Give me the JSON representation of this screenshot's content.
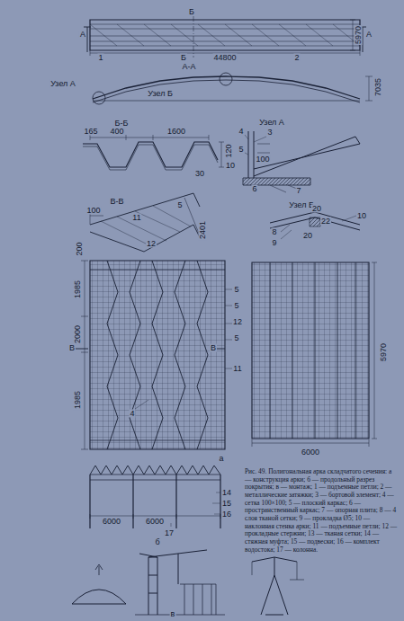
{
  "diagram": {
    "caption": "Рис. 49. Полигональная арка складчатого сечения: а — конструкция арки; б — продольный разрез покрытия; в — монтаж; 1 — подъемные петли; 2 — металлические затяжки; 3 — бортовой элемент; 4 — сетка 100×100; 5 — плоский каркас; 6 — пространственный каркас; 7 — опорная плита; 8 — 4 слоя тканой сетки; 9 — прокладка Ø5; 10 — наклонная стенка арки; 11 — подъемные петли; 12 — прокладные стержни; 13 — тканая сетки; 14 — стяжная муфта; 15 — подвески; 16 — комплект водостока; 17 — колонна.",
    "labels": [
      "Б",
      "А",
      "А",
      "1",
      "Б",
      "44800",
      "2",
      "5970",
      "А-А",
      "Узел А",
      "Узел Б",
      "7035",
      "Б-Б",
      "165",
      "400",
      "1600",
      "120",
      "10",
      "30",
      "Узел А",
      "4",
      "3",
      "5",
      "100",
      "6",
      "7",
      "Узел Б",
      "10",
      "20",
      "22",
      "20",
      "8",
      "9",
      "В-В",
      "100",
      "11",
      "5",
      "12",
      "2401",
      "200",
      "1985",
      "2000",
      "1985",
      "В",
      "В",
      "5",
      "5",
      "12",
      "5",
      "11",
      "4",
      "5970",
      "6000",
      "а",
      "6000",
      "6000",
      "14",
      "15",
      "16",
      "17",
      "б",
      "в"
    ]
  }
}
